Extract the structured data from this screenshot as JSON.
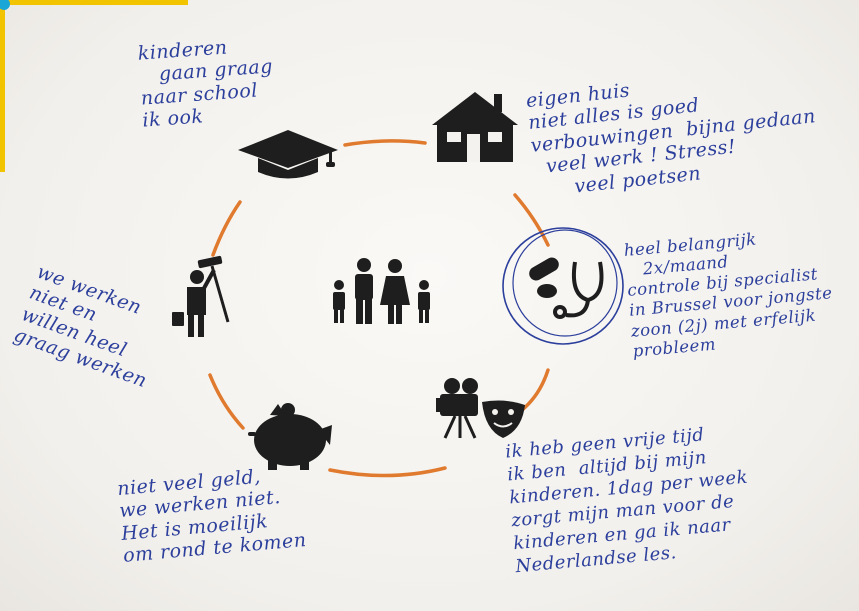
{
  "notes": {
    "school": "kinderen\n   gaan graag\nnaar school\nik ook",
    "house": "eigen huis\nniet alles is goed\nverbouwingen  bijna gedaan\n  veel werk ! Stress!\n      veel poetsen",
    "health": "heel belangrijk\n   2x/maand\ncontrole bij specialist\nin Brussel voor jongste\nzoon (2j) met erfelijk\nprobleem",
    "work": "we werken\nniet en\nwillen heel\ngraag werken",
    "money": "niet veel geld,\nwe werken niet.\nHet is moeilijk\nom rond te komen",
    "time": "ik heb geen vrije tijd\nik ben  altijd bij mijn\nkinderen. 1dag per week\nzorgt mijn man voor de\nkinderen en ga ik naar\nNederlandse les."
  },
  "icons": {
    "center": "family-icon",
    "school": "graduation-cap-icon",
    "house": "house-icon",
    "health": "pills-stethoscope-icon",
    "leisure": "film-camera-theater-icon",
    "money": "piggy-bank-icon",
    "work": "painter-worker-icon"
  },
  "colors": {
    "ring": "#e07a2e",
    "ink": "#2c3f9c",
    "icon": "#1e1e1e",
    "paper": "#f4f2ee"
  }
}
